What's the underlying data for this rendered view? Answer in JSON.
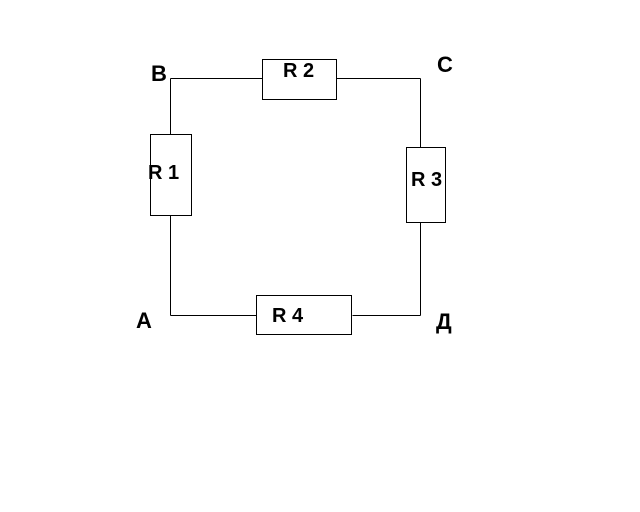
{
  "diagram": {
    "type": "circuit",
    "description": "Four resistors connected in a closed square loop",
    "nodes": [
      {
        "id": "B",
        "label": "B"
      },
      {
        "id": "C",
        "label": "C"
      },
      {
        "id": "A",
        "label": "A"
      },
      {
        "id": "D",
        "label": "Д"
      }
    ],
    "resistors": [
      {
        "id": "R1",
        "label": "R 1",
        "between": [
          "A",
          "B"
        ]
      },
      {
        "id": "R2",
        "label": "R 2",
        "between": [
          "B",
          "C"
        ]
      },
      {
        "id": "R3",
        "label": "R 3",
        "between": [
          "C",
          "D"
        ]
      },
      {
        "id": "R4",
        "label": "R 4",
        "between": [
          "A",
          "D"
        ]
      }
    ],
    "colors": {
      "line": "#000000",
      "background": "#ffffff"
    }
  }
}
